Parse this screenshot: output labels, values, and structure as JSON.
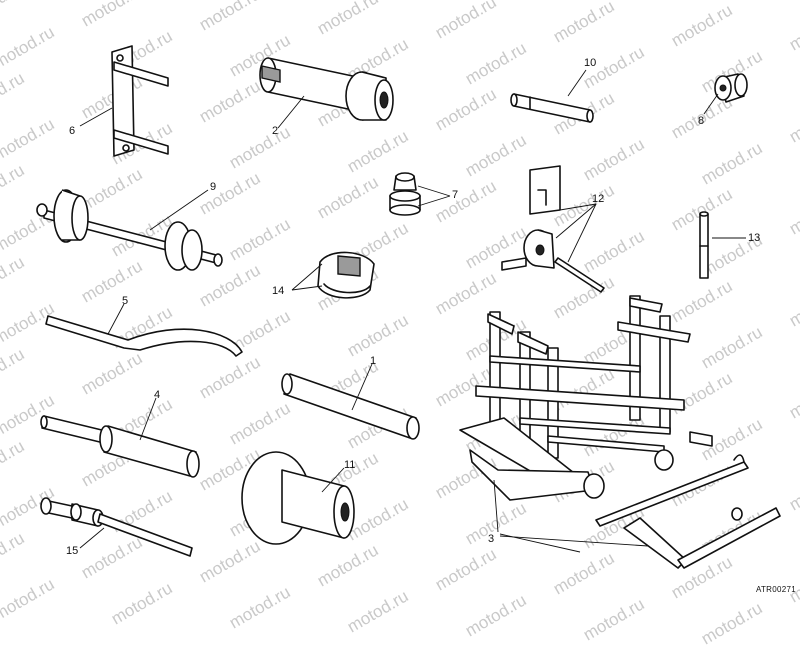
{
  "watermark": "motod.ru",
  "reference_code": "ATR00271",
  "part_numbers": {
    "p1": "1",
    "p2": "2",
    "p3": "3",
    "p4": "4",
    "p5": "5",
    "p6": "6",
    "p7": "7",
    "p8": "8",
    "p9": "9",
    "p10": "10",
    "p11": "11",
    "p12": "12",
    "p13": "13",
    "p14": "14",
    "p15": "15"
  }
}
